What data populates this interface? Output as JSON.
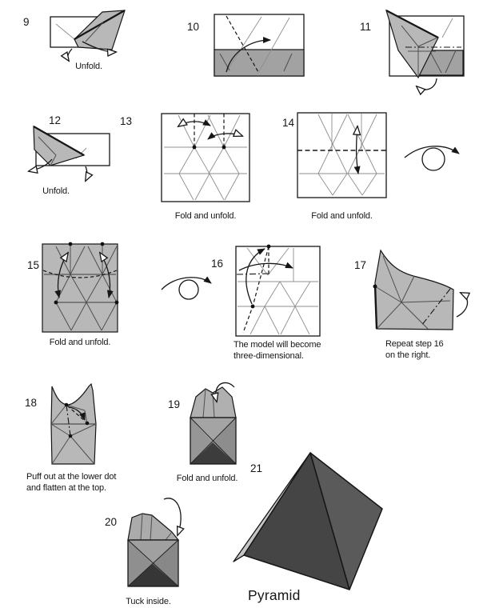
{
  "figure": {
    "title": "Pyramid"
  },
  "colors": {
    "bg": "#ffffff",
    "ink": "#161616",
    "paper": "#b8b8b8",
    "paper-mid": "#a2a2a2",
    "paper-dark": "#3c3c3c",
    "crease": "#8f8f8f",
    "pyramid-front": "#454545",
    "pyramid-right": "#5a5a5a",
    "pyramid-sliver": "#c6c6c6"
  },
  "steps": [
    {
      "number": "9",
      "caption": "Unfold."
    },
    {
      "number": "10",
      "caption": ""
    },
    {
      "number": "11",
      "caption": ""
    },
    {
      "number": "12",
      "caption": "Unfold."
    },
    {
      "number": "13",
      "caption": "Fold and unfold."
    },
    {
      "number": "14",
      "caption": "Fold and unfold."
    },
    {
      "number": "15",
      "caption": "Fold and unfold."
    },
    {
      "number": "16",
      "caption": "The model will become\nthree-dimensional."
    },
    {
      "number": "17",
      "caption": "Repeat step 16\non the right."
    },
    {
      "number": "18",
      "caption": "Puff out at the lower dot\nand flatten at the top."
    },
    {
      "number": "19",
      "caption": "Fold and unfold."
    },
    {
      "number": "20",
      "caption": "Tuck inside."
    },
    {
      "number": "21",
      "caption": "Pyramid"
    }
  ]
}
